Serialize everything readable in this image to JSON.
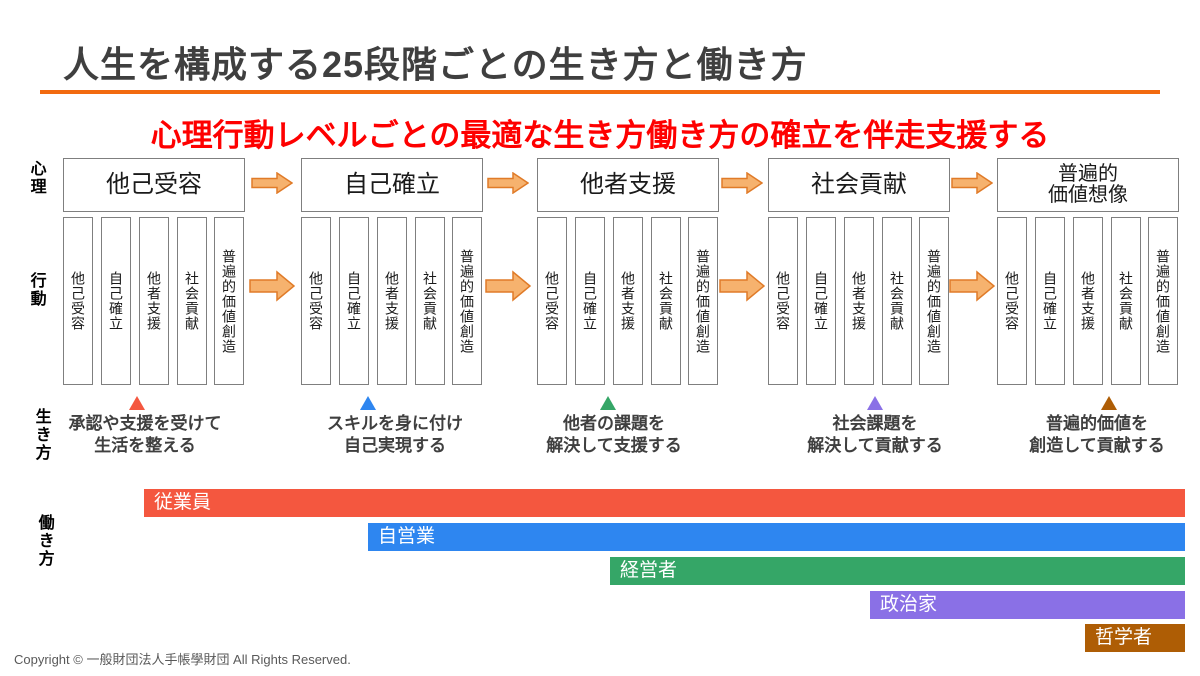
{
  "title": "人生を構成する25段階ごとの生き方と働き方",
  "subtitle": "心理行動レベルごとの最適な生き方働き方の確立を伴走支援する",
  "row_labels": {
    "psychology": "心理",
    "behavior": "行動",
    "living": "生き方",
    "working": "働き方"
  },
  "stages": [
    "他己受容",
    "自己確立",
    "他者支援",
    "社会貢献",
    "普遍的価値創造"
  ],
  "groups": [
    {
      "header": "他己受容",
      "caption_line1": "承認や支援を受けて",
      "caption_line2": "生活を整える"
    },
    {
      "header": "自己確立",
      "caption_line1": "スキルを身に付け",
      "caption_line2": "自己実現する"
    },
    {
      "header": "他者支援",
      "caption_line1": "他者の課題を",
      "caption_line2": "解決して支援する"
    },
    {
      "header": "社会貢献",
      "caption_line1": "社会課題を",
      "caption_line2": "解決して貢献する"
    },
    {
      "header": "普遍的\n価値想像",
      "caption_line1": "普遍的価値を",
      "caption_line2": "創造して貢献する"
    }
  ],
  "bars": [
    {
      "label": "従業員"
    },
    {
      "label": "自営業"
    },
    {
      "label": "経営者"
    },
    {
      "label": "政治家"
    },
    {
      "label": "哲学者"
    }
  ],
  "colors": {
    "c0": "#F4573F",
    "c1": "#2E86F0",
    "c2": "#35A667",
    "c3": "#8A70E6",
    "c4": "#AE5D05",
    "arrow-fill": "#F6B26E",
    "arrow-stroke": "#E07B28",
    "divider": "#F26A10",
    "subtitle": "#FE0000",
    "title": "#3F3F3F",
    "border": "#7F7F7F"
  },
  "copyright": "Copyright © 一般財団法人手帳學財団 All Rights Reserved."
}
